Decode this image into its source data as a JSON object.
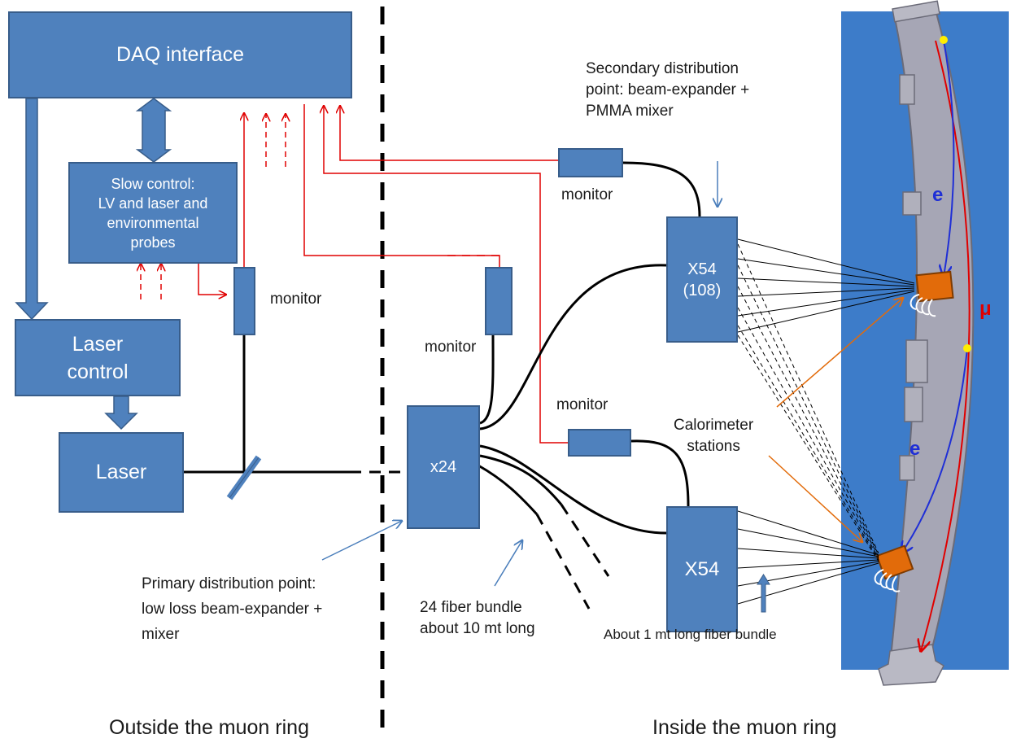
{
  "boxes": {
    "daq": "DAQ interface",
    "slow_control": [
      "Slow control:",
      "LV and laser and",
      "environmental",
      "probes"
    ],
    "laser_control": [
      "Laser",
      "control"
    ],
    "laser": "Laser",
    "x24": "x24",
    "x54_top": [
      "X54",
      "(108)"
    ],
    "x54_bottom": "X54"
  },
  "monitors": {
    "slow_control_monitor": "monitor",
    "top_center_monitor": "monitor",
    "secondary_monitor_top": "monitor",
    "secondary_monitor_bottom": "monitor"
  },
  "annotations": {
    "secondary_point": [
      "Secondary distribution",
      "point: beam-expander +",
      "PMMA mixer"
    ],
    "primary_point": [
      "Primary distribution point:",
      "low loss  beam-expander +",
      "mixer"
    ],
    "fiber_bundle_24": [
      "24 fiber bundle",
      "about 10 mt long"
    ],
    "calorimeter": [
      "Calorimeter",
      "stations"
    ],
    "short_bundle": "About 1 mt long fiber bundle",
    "electron_top": "e",
    "electron_bottom": "e",
    "muon": "μ"
  },
  "regions": {
    "outside": "Outside the muon ring",
    "inside": "Inside the muon ring"
  },
  "colors": {
    "box_fill": "#4f81bd",
    "box_border": "#385d8a",
    "signal_red": "#e00000",
    "calorimeter_orange": "#e26b0a",
    "arrow_blue": "#4a7ebb",
    "ring_background": "#3d7cc9",
    "vacuum_chamber": "#a6a6b5"
  }
}
